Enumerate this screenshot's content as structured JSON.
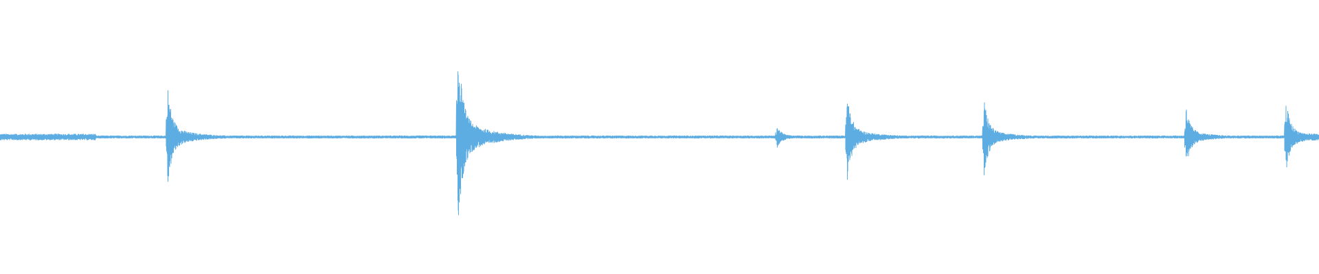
{
  "waveform": {
    "color": "#5dade2",
    "background": "#ffffff",
    "transient_peaks": [
      {
        "position": 0.127,
        "amplitude": 0.36
      },
      {
        "position": 0.347,
        "amplitude": 0.72
      },
      {
        "position": 0.589,
        "amplitude": 0.08
      },
      {
        "position": 0.642,
        "amplitude": 0.33
      },
      {
        "position": 0.746,
        "amplitude": 0.27
      },
      {
        "position": 0.899,
        "amplitude": 0.22
      },
      {
        "position": 0.975,
        "amplitude": 0.25
      }
    ],
    "baseline_amplitude": 0.012
  }
}
